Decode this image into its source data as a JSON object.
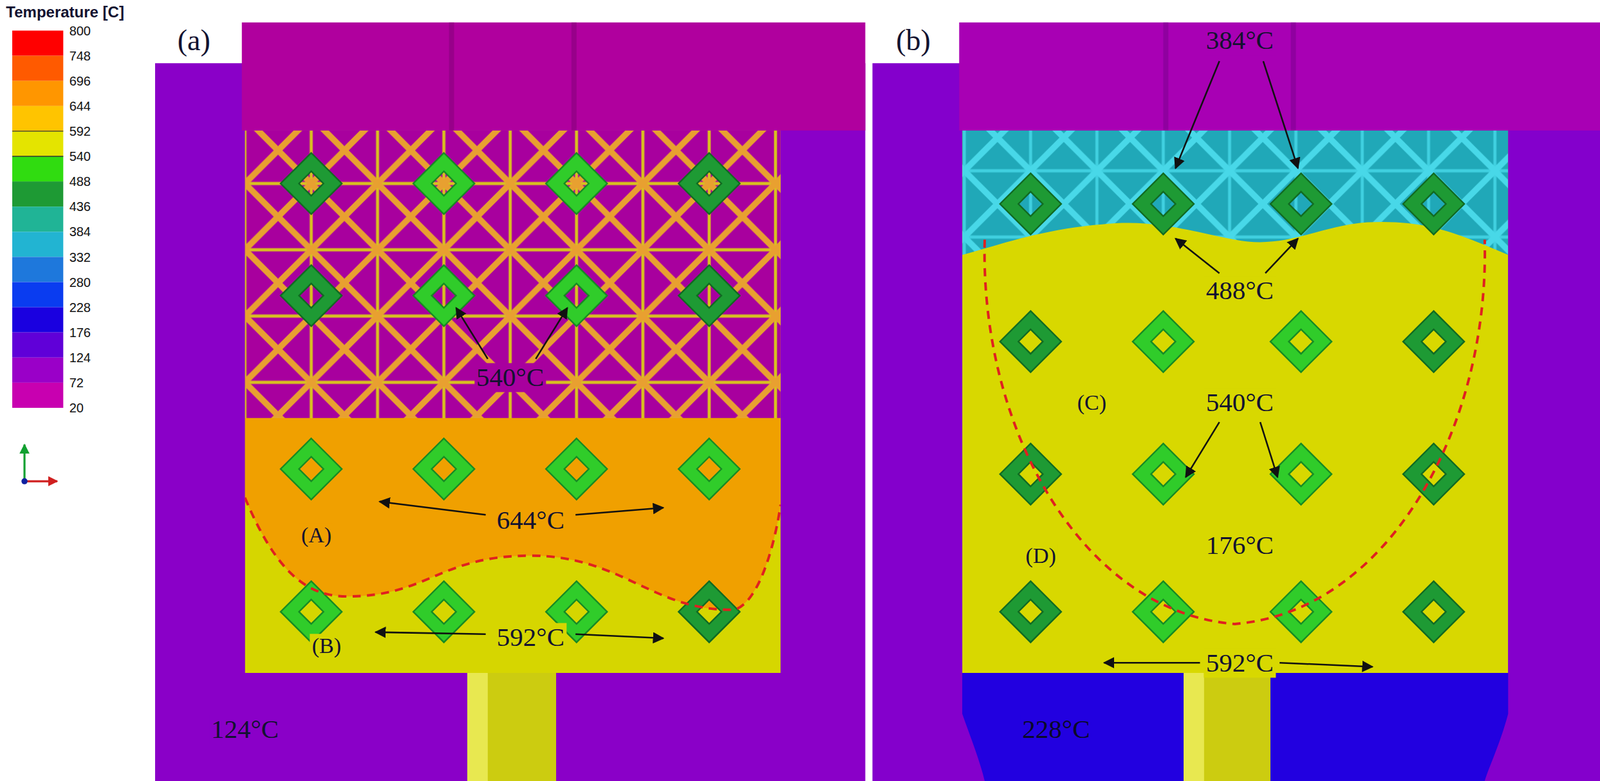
{
  "diagram": {
    "labels": [
      "Temperature [C]",
      "800",
      "748",
      "696",
      "644",
      "592",
      "540",
      "488",
      "436",
      "384",
      "332",
      "280",
      "228",
      "176",
      "124",
      "72",
      "20",
      "(a)",
      "540°C",
      "644°C",
      "(A)",
      "592°C",
      "(B)",
      "124°C",
      "(b)",
      "384°C",
      "488°C",
      "(C)",
      "540°C",
      "176°C",
      "(D)",
      "592°C",
      "228°C"
    ]
  }
}
